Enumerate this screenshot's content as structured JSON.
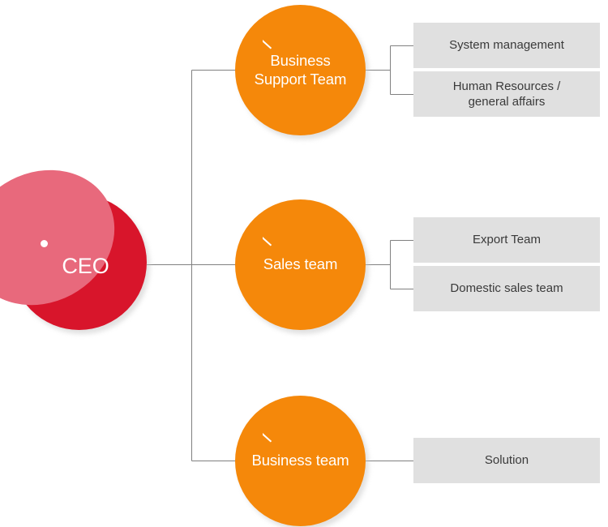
{
  "diagram": {
    "type": "organizational-chart",
    "colors": {
      "root_node": "#d8152b",
      "root_node_highlight": "#e8697c",
      "branch_node": "#f5880a",
      "leaf_box": "#e0e0e0",
      "leaf_text": "#3a3a3a",
      "connector_line": "#808080",
      "background": "#ffffff"
    },
    "root": {
      "label": "CEO"
    },
    "branches": [
      {
        "label": "Business Support Team",
        "leaves": [
          {
            "label": "System management"
          },
          {
            "label": "Human Resources /\ngeneral affairs"
          }
        ]
      },
      {
        "label": "Sales team",
        "leaves": [
          {
            "label": "Export Team"
          },
          {
            "label": "Domestic sales team"
          }
        ]
      },
      {
        "label": "Business team",
        "leaves": [
          {
            "label": "Solution"
          }
        ]
      }
    ]
  }
}
